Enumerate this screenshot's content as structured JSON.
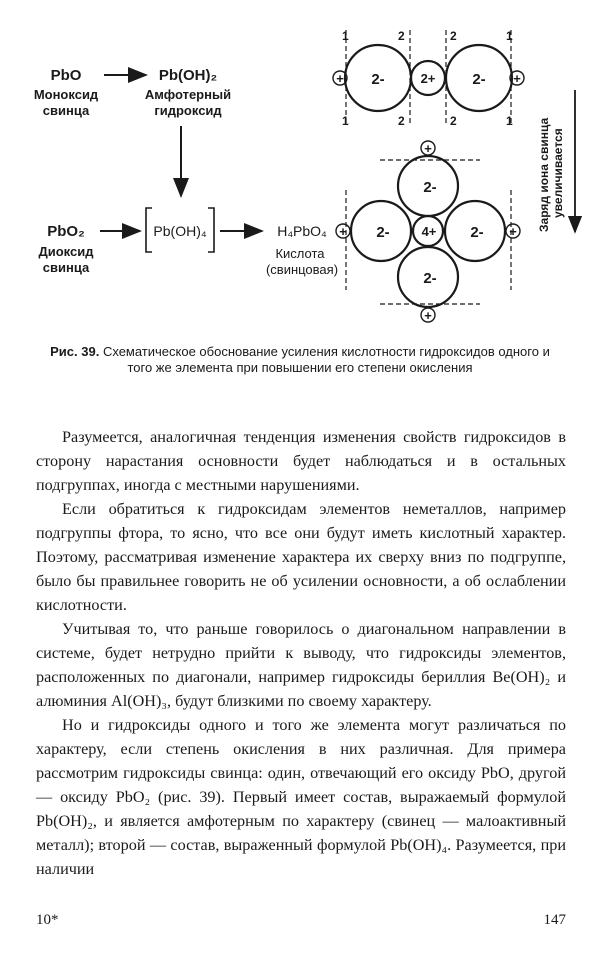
{
  "figure": {
    "pbo": "PbO",
    "pbo_name_1": "Моноксид",
    "pbo_name_2": "свинца",
    "pboh2": "Pb(OH)₂",
    "pboh2_name_1": "Амфотерный",
    "pboh2_name_2": "гидроксид",
    "pbo2": "PbO₂",
    "pbo2_name_1": "Диоксид",
    "pbo2_name_2": "свинца",
    "pboh4": "Pb(OH)₄",
    "h4pbo4": "H₄PbO₄",
    "h4pbo4_name_1": "Кислота",
    "h4pbo4_name_2": "(свинцовая)",
    "ion_anion": "2-",
    "ion_pb2": "2+",
    "ion_pb4": "4+",
    "ion_h": "+",
    "dim_1": "1",
    "dim_2": "2",
    "side_label_1": "Заряд иона свинца",
    "side_label_2": "увеличивается"
  },
  "caption": {
    "label": "Рис. 39.",
    "text": " Схематическое обоснование усиления кислотности гидроксидов одного и того же элемента при повышении его степени окисления"
  },
  "paragraphs": [
    "Разумеется, аналогичная тенденция изменения свойств гидроксидов в сторону нарастания основности будет наблюдаться и в остальных подгруппах, иногда с местными нарушениями.",
    "Если обратиться к гидроксидам элементов неметаллов, например подгруппы фтора, то ясно, что все они будут иметь кислотный характер. Поэтому, рассматривая изменение характера их сверху вниз по подгруппе, было бы правильнее говорить не об усилении основности, а об ослаблении кислотности.",
    "Учитывая то, что раньше говорилось о диагональном направлении в системе, будет нетрудно прийти к выводу, что гидроксиды элементов, расположенных по диагонали, например гидроксиды бериллия Be(OH)₂ и алюминия Al(OH)₃, будут близкими по своему характеру.",
    "Но и гидроксиды одного и того же элемента могут различаться по характеру, если степень окисления в них различная. Для примера рассмотрим гидроксиды свинца: один, отвечающий его оксиду PbO, другой — оксиду PbO₂ (рис. 39). Первый имеет состав, выражаемый формулой Pb(OH)₂, и является амфотерным по характеру (свинец — малоактивный металл); второй — состав, выраженный формулой Pb(OH)₄. Разумеется, при наличии"
  ],
  "footer": {
    "signature": "10*",
    "page_number": "147"
  }
}
